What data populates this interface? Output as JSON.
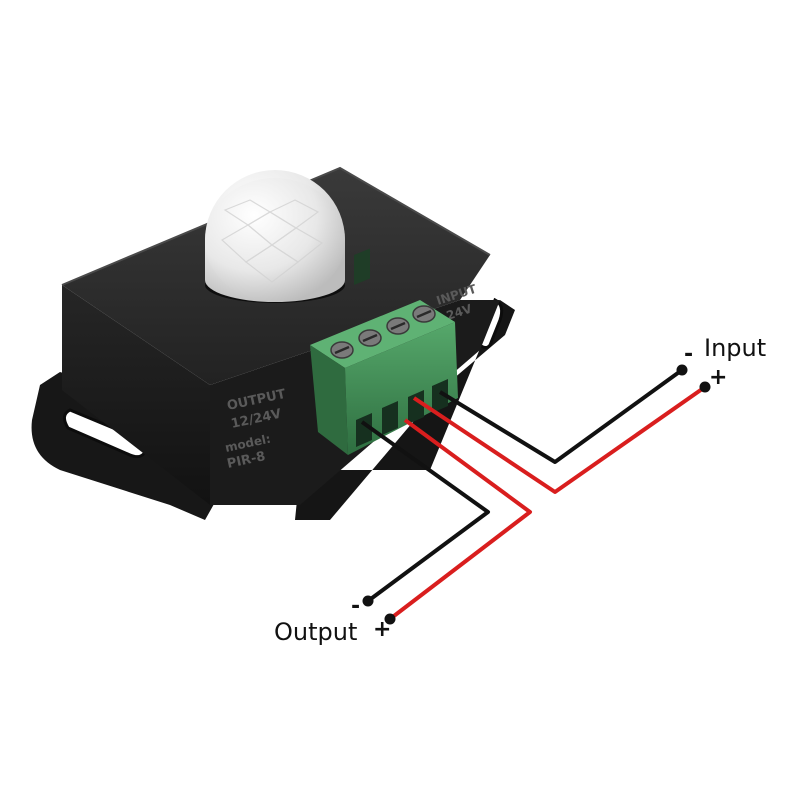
{
  "device": {
    "output_label": "OUTPUT",
    "voltage_label": "12/24V",
    "model_prefix": "model:",
    "model_name": "PIR-8",
    "input_label_partial": "INPUT",
    "input_voltage_partial": "24V"
  },
  "wiring": {
    "input_label": "Input",
    "output_label": "Output",
    "minus_sign": "-",
    "plus_sign": "+"
  },
  "colors": {
    "housing": "#1a1a1a",
    "terminal_block": "#3f8d55",
    "negative_wire": "#111111",
    "positive_wire": "#d91e1e",
    "sensor_dome": "#eeeeee"
  }
}
